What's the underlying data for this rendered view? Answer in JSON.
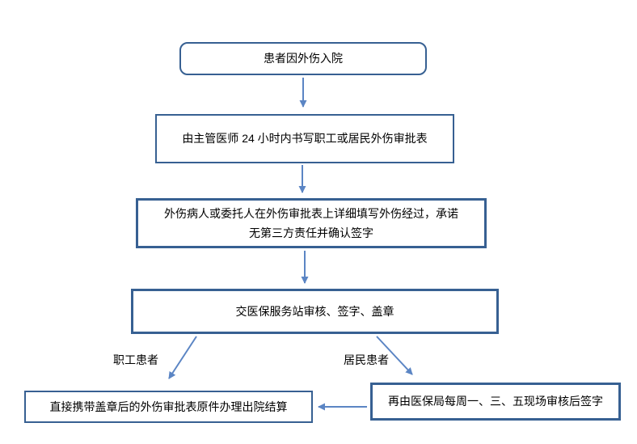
{
  "diagram": {
    "type": "flowchart",
    "colors": {
      "box_border": "#376092",
      "arrow": "#5B85C4",
      "text": "#000000",
      "background": "#FFFFFF"
    },
    "nodes": [
      {
        "id": "admission",
        "shape": "rounded-rect",
        "label": "患者因外伤入院"
      },
      {
        "id": "doctor-write-form",
        "shape": "rect",
        "label": "由主管医师 24 小时内书写职工或居民外伤审批表"
      },
      {
        "id": "patient-fill-form",
        "shape": "rect",
        "label": "外伤病人或委托人在外伤审批表上详细填写外伤经过，承诺\n无第三方责任并确认签字"
      },
      {
        "id": "service-station-review",
        "shape": "rect",
        "label": "交医保服务站审核、签字、盖章"
      },
      {
        "id": "employee-settlement",
        "shape": "rect",
        "label": "直接携带盖章后的外伤审批表原件办理出院结算"
      },
      {
        "id": "bureau-onsite-review",
        "shape": "rect",
        "label": "再由医保局每周一、三、五现场审核后签字"
      }
    ],
    "branch_labels": [
      {
        "id": "employee-branch",
        "label": "职工患者"
      },
      {
        "id": "resident-branch",
        "label": "居民患者"
      }
    ],
    "edges": [
      {
        "from": "admission",
        "to": "doctor-write-form"
      },
      {
        "from": "doctor-write-form",
        "to": "patient-fill-form"
      },
      {
        "from": "patient-fill-form",
        "to": "service-station-review"
      },
      {
        "from": "service-station-review",
        "to": "employee-settlement",
        "label": "职工患者"
      },
      {
        "from": "service-station-review",
        "to": "bureau-onsite-review",
        "label": "居民患者"
      },
      {
        "from": "bureau-onsite-review",
        "to": "employee-settlement"
      }
    ]
  }
}
